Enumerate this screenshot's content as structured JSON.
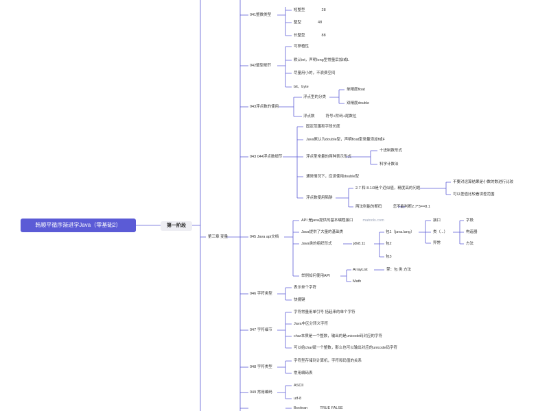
{
  "root_title": "韩顺平循序渐进学Java（零基础2）",
  "stage_label": "第一阶段",
  "chapter_label": "第三章 变量",
  "sections": {
    "s041": {
      "title": "041整数类型",
      "items": [
        {
          "name": "短整型",
          "value": "28"
        },
        {
          "name": "整型",
          "value": "48"
        },
        {
          "name": "长整型",
          "value": "88"
        }
      ]
    },
    "s042": {
      "title": "042整型细节",
      "items": [
        "可移植性",
        "默认int，声明long型常量后加l或L",
        "尽量用小的，不浪费空间",
        "bit、byte"
      ]
    },
    "s043": {
      "title": "043浮点数的使用",
      "category": "浮点型的分类",
      "single": "单精度float",
      "double": "双精度double",
      "composition": "浮点数",
      "composition_detail": "符号+阶码+尾数位"
    },
    "s044": {
      "title": "043 044浮点数细节",
      "items": {
        "fixed_range": "固定范围和字段长度",
        "default_double": "Java默认为double型，声明float型常量须加f或F",
        "two_forms": "浮点型常量的两种表示形式",
        "decimal_form": "十进制数形式",
        "sci_form": "科学计数法",
        "usually_double": "通常情况下，应该使用double型",
        "pitfall": "浮点数使用陷阱",
        "pitfall_a": "2.7 和 8.1/3是个近似值，精度高的问题",
        "pitfall_a1": "不要对运算结果是小数的数进行比较",
        "pitfall_a2": "可以差值比较看误差范围",
        "pitfall_b": "两法则能的断码",
        "pitfall_b_detail": "怎不能判断2.7*3==8.1"
      }
    },
    "s045": {
      "title": "045 Java api文档",
      "api_doc": "API 是java提供的基本编程接口",
      "api_url": "matools.com",
      "many_classes": "Java提供了大量的基础类",
      "org_form": "Java类的组织形式",
      "jdk": "jdk8.11",
      "pkg1": "包1（java.lang）",
      "pkg2": "包2",
      "pkg3": "包3",
      "interface_label": "接口",
      "class_label": "类（...）",
      "exception_label": "异常",
      "field_label": "字段",
      "constructor_label": "构造器",
      "method_label": "方法",
      "usage": "举例如何使用API",
      "arraylist": "ArrayList",
      "arraylist_detail": "掌：包 类 方法",
      "math": "Math"
    },
    "s046": {
      "title": "046 字符类型",
      "items": [
        "表示单个字符",
        "快捷键"
      ]
    },
    "s047": {
      "title": "047 字符细节",
      "items": [
        "字符常量用单引号 括起来的单个字符",
        "Java中区分转义字符",
        "char本质是一个整数，输出的是unicode码对应的字符",
        "可以给char赋一个整数，那么也可以输出对应的unicode码字符"
      ]
    },
    "s048": {
      "title": "048 字符类型",
      "items": [
        "字符型存储到计算机，字符和码值的关系",
        "常用编码表"
      ]
    },
    "s049": {
      "title": "049 常用编码",
      "items": [
        "ASCII",
        "utf-8"
      ]
    },
    "partial": {
      "label": "Boolean",
      "value": "TRUE FALSE"
    }
  }
}
